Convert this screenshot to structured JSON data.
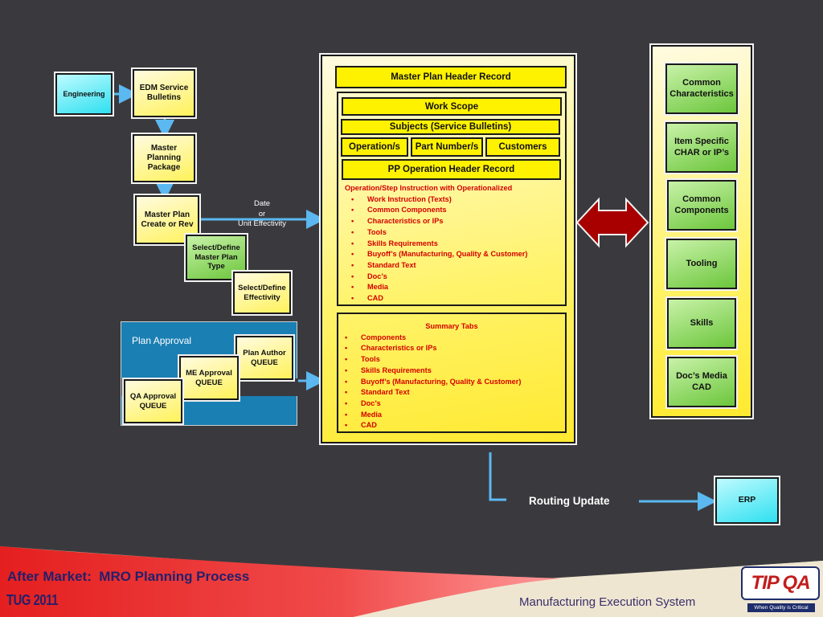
{
  "left_flow": {
    "engineering": "Engineering",
    "edm": "EDM Service Bulletins",
    "master_planning": "Master Planning Package",
    "master_plan_create": "Master Plan Create or Rev",
    "select_define_type": "Select/Define Master Plan Type",
    "select_define_effectivity": "Select/Define Effectivity",
    "date_label": "Date",
    "or_label": "or",
    "unit_effectivity": "Unit Effectivity"
  },
  "plan_approval": {
    "title": "Plan Approval",
    "plan_author": "Plan Author QUEUE",
    "me_approval": "ME Approval QUEUE",
    "qa_approval": "QA Approval QUEUE"
  },
  "center_panel": {
    "header": "Master Plan Header Record",
    "work_scope": "Work Scope",
    "subjects": "Subjects (Service Bulletins)",
    "operations": "Operation/s",
    "part_number": "Part Number/s",
    "customers": "Customers",
    "pp_header": "PP Operation Header Record",
    "operation_title": "Operation/Step Instruction with Operationalized",
    "operation_items": [
      "Work Instruction (Texts)",
      "Common Components",
      "Characteristics or IPs",
      "Tools",
      "Skills Requirements",
      "Buyoff’s (Manufacturing, Quality & Customer)",
      "Standard Text",
      "Doc’s",
      "Media",
      "CAD"
    ],
    "summary_title": "Summary Tabs",
    "summary_items": [
      "Components",
      "Characteristics or IPs",
      "Tools",
      "Skills Requirements",
      "Buyoff’s (Manufacturing, Quality & Customer)",
      "Standard Text",
      "Doc’s",
      "Media",
      "CAD"
    ]
  },
  "right_panel": {
    "items": [
      "Common Characteristics",
      "Item Specific CHAR or IP’s",
      "Common Components",
      "Tooling",
      "Skills",
      "Doc’s Media CAD"
    ]
  },
  "bottom_flow": {
    "routing_update": "Routing Update",
    "erp": "ERP"
  },
  "footer": {
    "title": "After Market:  MRO Planning Process",
    "event": "TUG 2011",
    "subtitle": "Manufacturing Execution System",
    "logo_text": "TIP QA",
    "logo_tagline": "When Quality is Critical"
  },
  "colors": {
    "background": "#3a3a3e",
    "yellow": "#fff25a",
    "green": "#6cc63c",
    "cyan": "#2fe0f0",
    "red_text": "#d40000",
    "arrow_blue": "#5bb8f0",
    "approval_blue": "#1a7fb3",
    "double_arrow": "#a80000"
  }
}
